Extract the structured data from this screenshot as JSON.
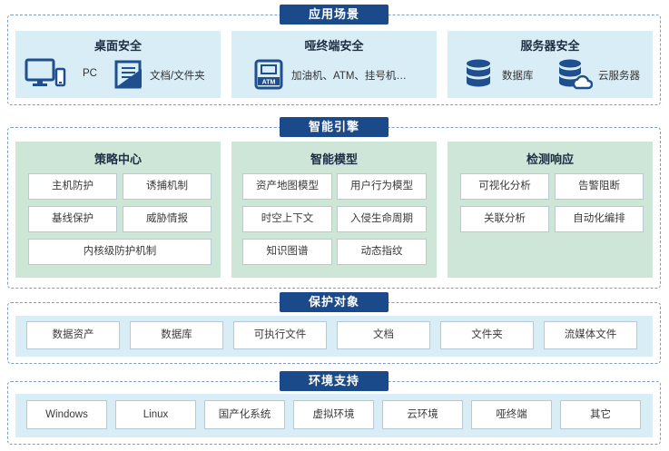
{
  "scenarios": {
    "title": "应用场景",
    "desktop": {
      "title": "桌面安全",
      "pc": "PC",
      "docs": "文档/文件夹"
    },
    "dumb": {
      "title": "哑终端安全",
      "atm_text": "ATM",
      "items": "加油机、ATM、挂号机…"
    },
    "server": {
      "title": "服务器安全",
      "db": "数据库",
      "cloud": "云服务器"
    }
  },
  "engine": {
    "title": "智能引擎",
    "strategy": {
      "title": "策略中心",
      "items": [
        "主机防护",
        "诱捕机制",
        "基线保护",
        "威胁情报",
        "内核级防护机制"
      ]
    },
    "model": {
      "title": "智能模型",
      "items": [
        "资产地图模型",
        "用户行为模型",
        "时空上下文",
        "入侵生命周期",
        "知识图谱",
        "动态指纹"
      ]
    },
    "detect": {
      "title": "检测响应",
      "items": [
        "可视化分析",
        "告警阻断",
        "关联分析",
        "自动化编排"
      ]
    }
  },
  "targets": {
    "title": "保护对象",
    "items": [
      "数据资产",
      "数据库",
      "可执行文件",
      "文档",
      "文件夹",
      "流媒体文件"
    ]
  },
  "env": {
    "title": "环境支持",
    "items": [
      "Windows",
      "Linux",
      "国产化系统",
      "虚拟环境",
      "云环境",
      "哑终端",
      "其它"
    ]
  },
  "colors": {
    "navy": "#1a4a8a",
    "icon": "#1f4f8f",
    "blue_panel": "#d8edf6",
    "green_panel": "#cde6d8"
  }
}
